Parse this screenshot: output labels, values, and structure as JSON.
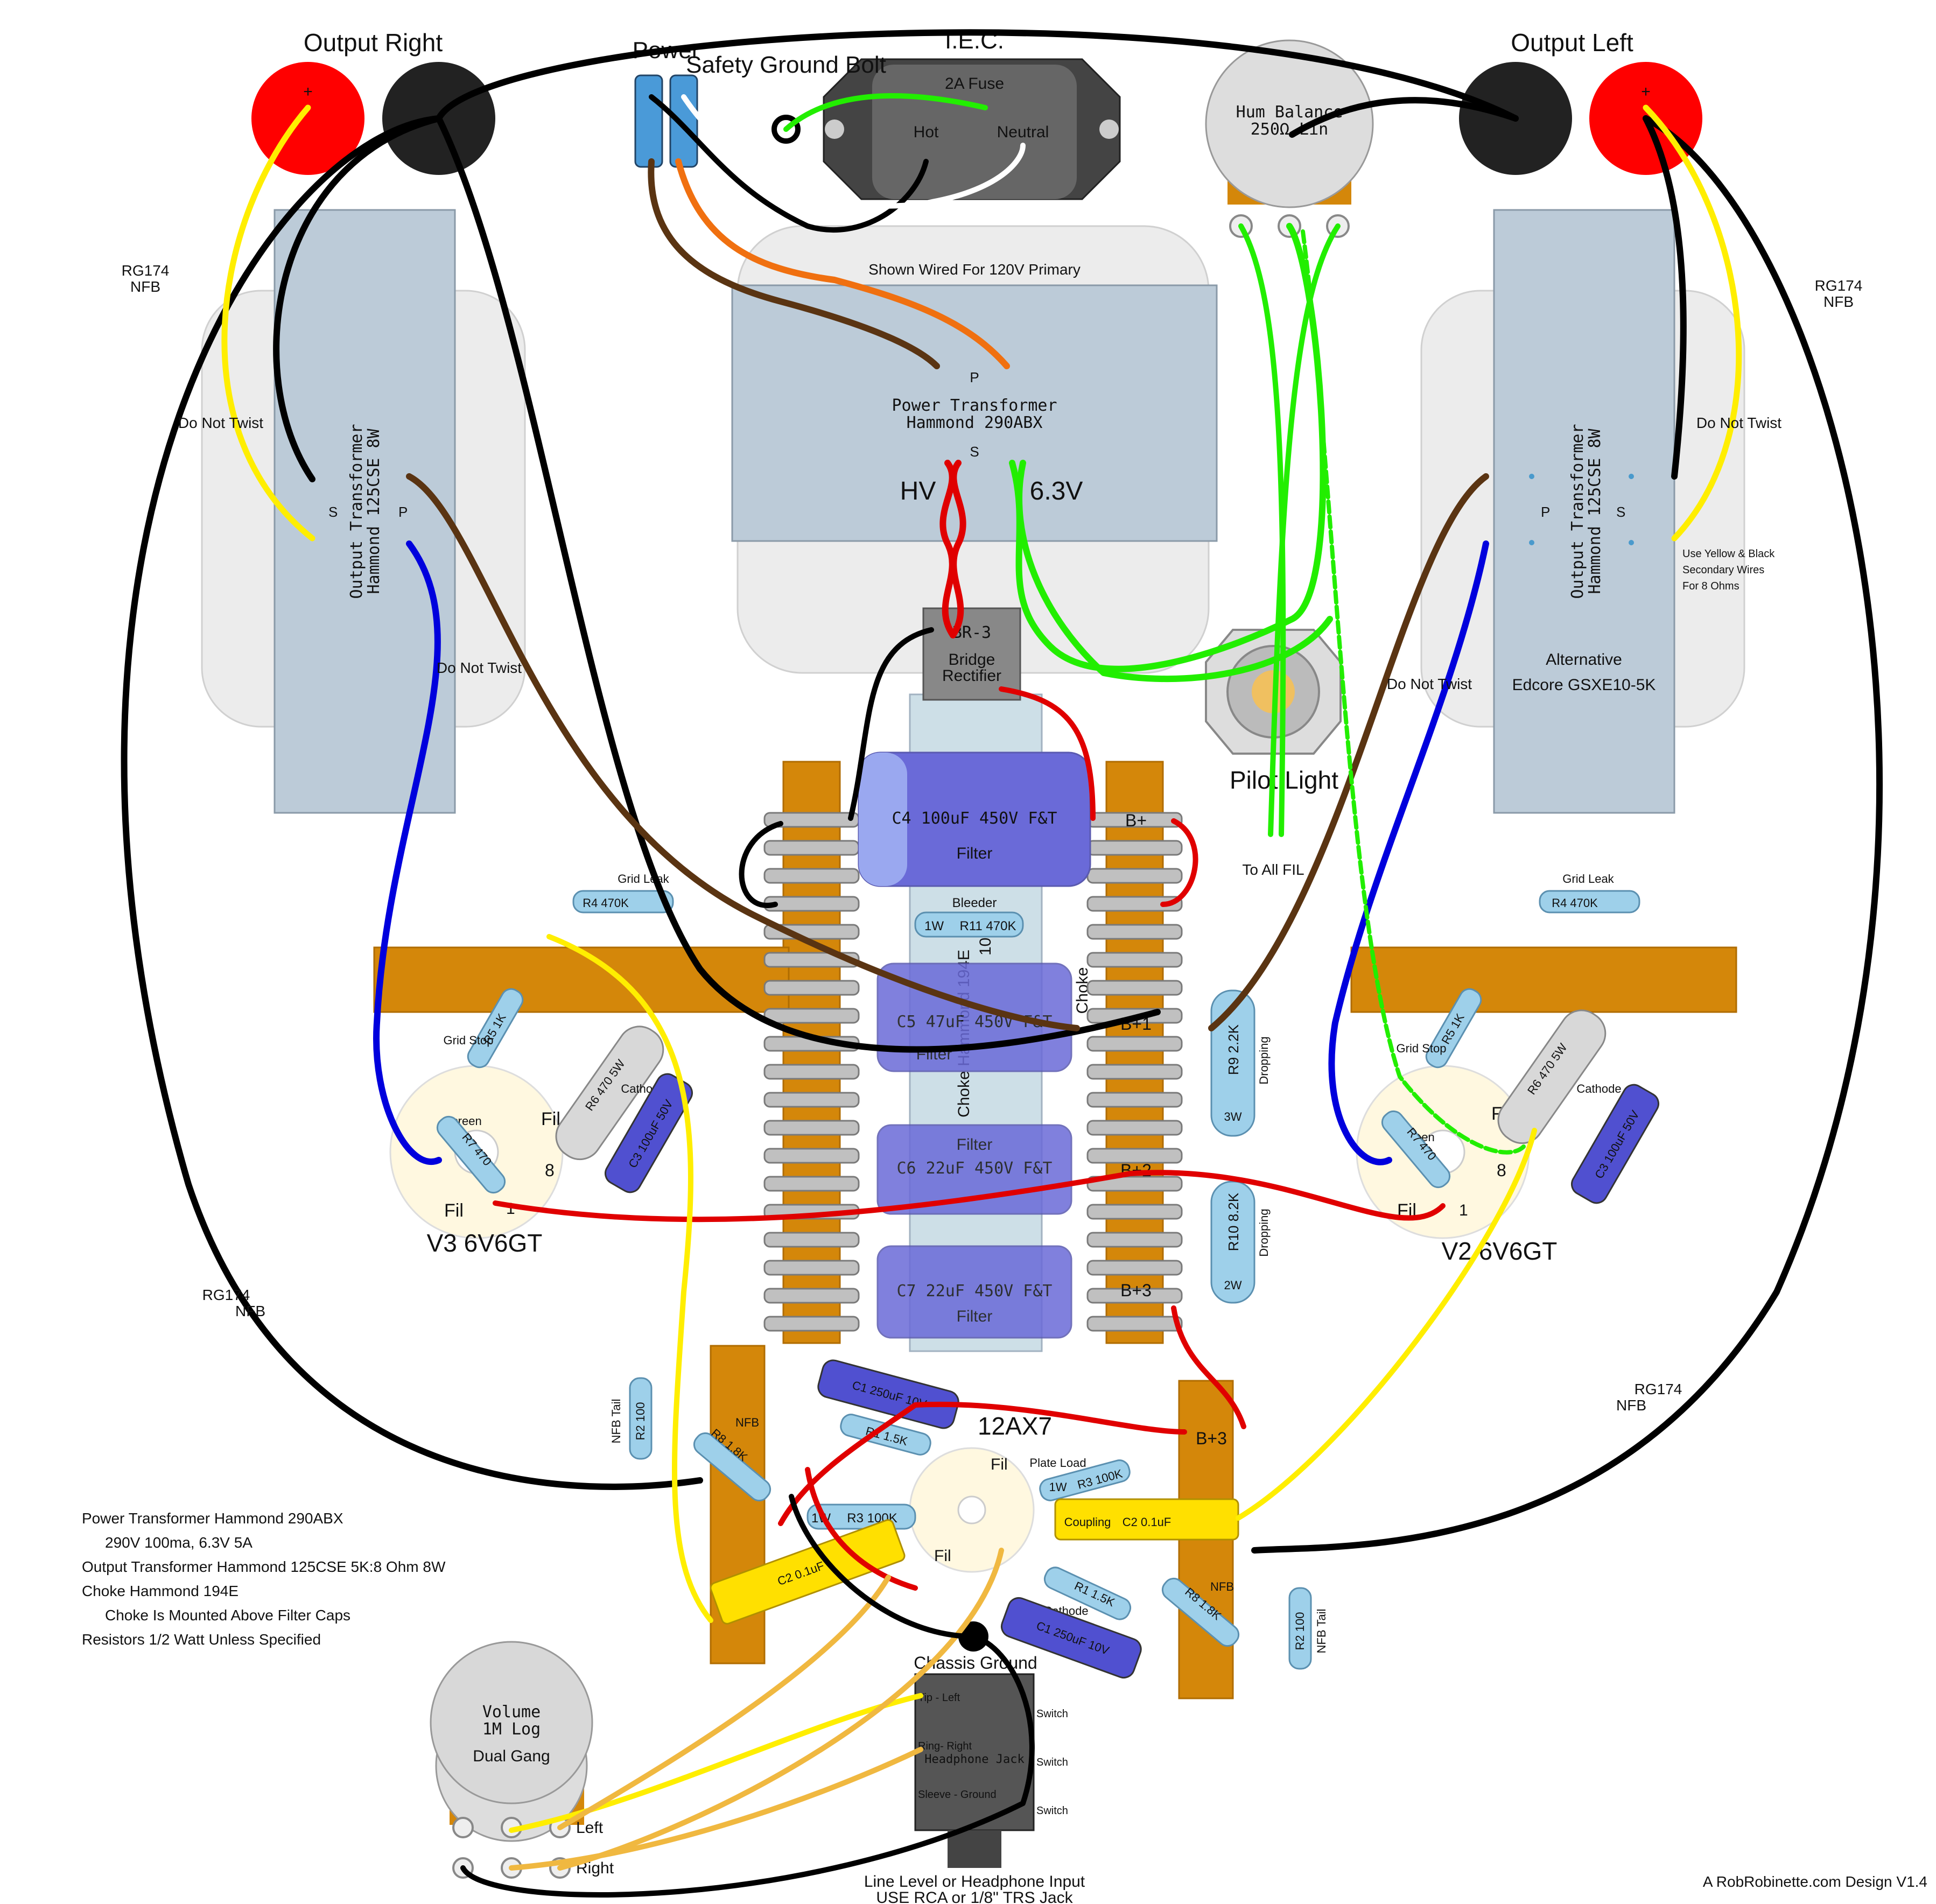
{
  "labels": {
    "output_right": "Output Right",
    "output_left": "Output Left",
    "power": "Power",
    "safety_ground": "Safety Ground Bolt",
    "iec": "I.E.C.",
    "fuse": "2A Fuse",
    "hot": "Hot",
    "neutral": "Neutral",
    "hum_balance": "Hum Balance",
    "hum_balance_value": "250Ω Lin",
    "shown_wired": "Shown Wired For 120V Primary",
    "power_xfmr_1": "Power Transformer",
    "power_xfmr_2": "Hammond 290ABX",
    "primary_p": "P",
    "secondary_s": "S",
    "hv": "HV",
    "v63": "6.3V",
    "rg174_nfb_a": "RG174",
    "rg174_nfb_b": "NFB",
    "do_not_twist": "Do Not Twist",
    "out_xfmr_1": "Output Transformer",
    "out_xfmr_2": "Hammond 125CSE 8W",
    "alternative": "Alternative",
    "edcore": "Edcore GSXE10-5K",
    "secondary_note_1": "Use Yellow & Black",
    "secondary_note_2": "Secondary Wires",
    "secondary_note_3": "For 8 Ohms",
    "br3": "BR-3",
    "bridge": "Bridge",
    "rectifier": "Rectifier",
    "pilot_light": "Pilot Light",
    "to_all_fil": "To All FIL",
    "c4": "C4 100uF 450V F&T",
    "c5": "C5 47uF 450V F&T",
    "c6": "C6 22uF 450V F&T",
    "c7": "C7 22uF 450V F&T",
    "filter": "Filter",
    "bplus": "B+",
    "bplus1": "B+1",
    "bplus2": "B+2",
    "bplus3": "B+3",
    "bleeder": "Bleeder",
    "r11": "R11 470K",
    "onew": "1W",
    "choke": "Choke",
    "choke_model": "Choke Hammond 194E",
    "choke_100": "100",
    "r9": "R9 2.2K",
    "r10": "R10 8.2K",
    "threew": "3W",
    "twow": "2W",
    "dropping": "Dropping",
    "grid_leak": "Grid Leak",
    "r4": "R4 470K",
    "grid_stop": "Grid Stop",
    "r5": "R5 1K",
    "r6": "R6 470 5W",
    "cathode": "Cathode",
    "c3": "C3 100uF 50V",
    "screen": "Screen",
    "r7": "R7 470",
    "fil": "Fil",
    "pin8": "8",
    "pin1": "1",
    "v3": "V3 6V6GT",
    "v2": "V2 6V6GT",
    "tube_12ax7": "12AX7",
    "nfb": "NFB",
    "nfb_tail": "NFB Tail",
    "r2": "R2 100",
    "r8": "R8 1.8K",
    "c1": "C1 250uF 10V",
    "r1": "R1 1.5K",
    "r3": "R3 100K",
    "plate_load": "Plate Load",
    "coupling": "Coupling",
    "c2": "C2 0.1uF",
    "chassis_ground": "Chassis Ground",
    "tip_left": "Tip - Left",
    "ring_right": "Ring- Right",
    "headphone_jack": "Headphone Jack",
    "sleeve_ground": "Sleeve - Ground",
    "switch": "Switch",
    "volume": "Volume",
    "volume_value": "1M Log",
    "dual_gang": "Dual Gang",
    "left": "Left",
    "right": "Right",
    "input_1": "Line Level or Headphone Input",
    "input_2": "USE RCA or 1/8\" TRS Jack",
    "credit": "A RobRobinette.com Design V1.4"
  },
  "notes": [
    "Power Transformer Hammond 290ABX",
    "290V 100ma, 6.3V 5A",
    "Output Transformer Hammond 125CSE 5K:8 Ohm 8W",
    "Choke Hammond 194E",
    "Choke Is Mounted Above Filter Caps",
    "Resistors 1/2 Watt Unless Specified"
  ],
  "colors": {
    "wire_black": "#000000",
    "wire_red": "#e00000",
    "wire_yellow": "#ffee00",
    "wire_blue": "#0000dd",
    "wire_brown": "#5a3412",
    "wire_green": "#22ee00",
    "wire_orange": "#f07010",
    "wire_white": "#ffffff",
    "wire_grey": "#c8c8c8",
    "terminal_strip": "#d4870a",
    "transformer": "#bccbd8",
    "filter_cap": "#6a6ad8",
    "coupling_cap": "#ffe000",
    "binding_post_red": "#ff0000"
  },
  "icons": [
    "binding-post-icon",
    "fuse-holder-icon",
    "potentiometer-icon",
    "tube-socket-icon",
    "ground-symbol-icon",
    "pilot-light-icon",
    "headphone-jack-icon"
  ]
}
